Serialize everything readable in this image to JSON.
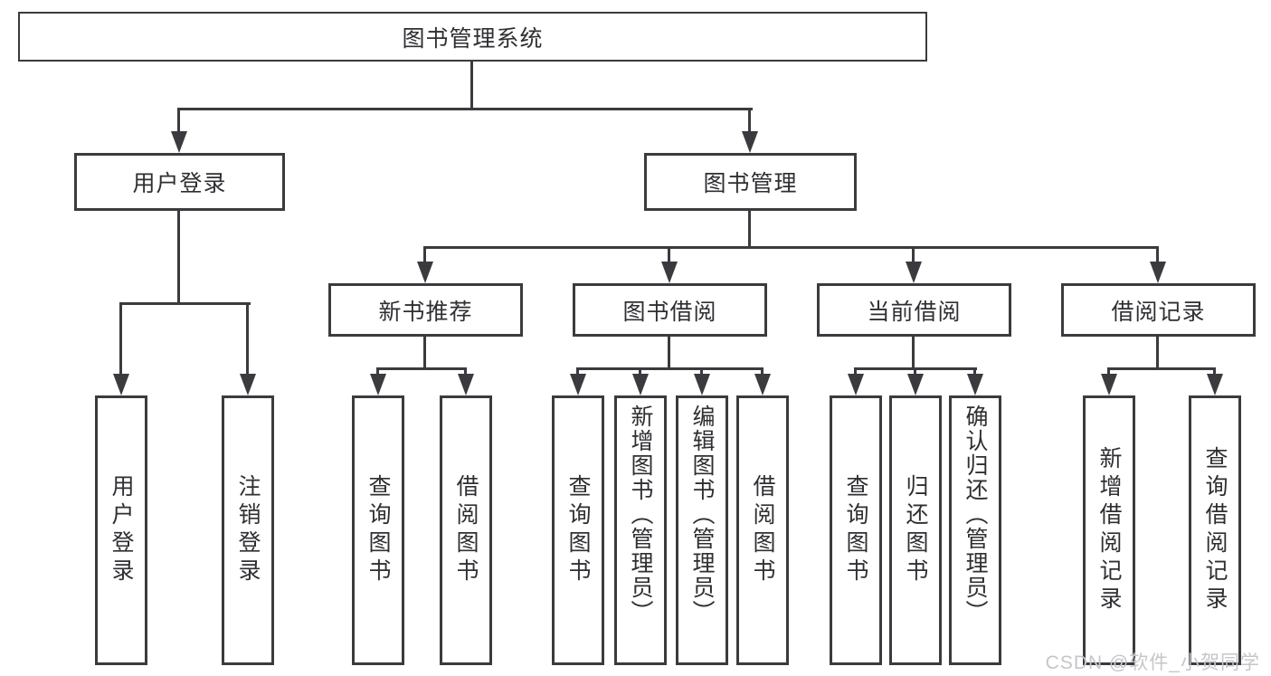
{
  "diagram_title": "图书管理系统",
  "colors": {
    "line": "#3b3b3f",
    "text": "#2f2f33",
    "background": "#ffffff",
    "watermark": "#c6c6ca"
  },
  "nodes": {
    "root": "图书管理系统",
    "user_login": "用户登录",
    "book_mgmt": "图书管理",
    "new_book_rec": "新书推荐",
    "book_borrow": "图书借阅",
    "current_borrow": "当前借阅",
    "borrow_record": "借阅记录",
    "ul_login": "用户登录",
    "ul_logout": "注销登录",
    "nbr_query": "查询图书",
    "nbr_borrow": "借阅图书",
    "bb_query": "查询图书",
    "bb_add": "新增图书（管理员）",
    "bb_edit": "编辑图书（管理员）",
    "bb_borrow": "借阅图书",
    "cb_query": "查询图书",
    "cb_return": "归还图书",
    "cb_confirm": "确认归还（管理员）",
    "br_add": "新增借阅记录",
    "br_query": "查询借阅记录"
  },
  "edges": [
    [
      "root",
      "user_login"
    ],
    [
      "root",
      "book_mgmt"
    ],
    [
      "user_login",
      "ul_login"
    ],
    [
      "user_login",
      "ul_logout"
    ],
    [
      "book_mgmt",
      "new_book_rec"
    ],
    [
      "book_mgmt",
      "book_borrow"
    ],
    [
      "book_mgmt",
      "current_borrow"
    ],
    [
      "book_mgmt",
      "borrow_record"
    ],
    [
      "new_book_rec",
      "nbr_query"
    ],
    [
      "new_book_rec",
      "nbr_borrow"
    ],
    [
      "book_borrow",
      "bb_query"
    ],
    [
      "book_borrow",
      "bb_add"
    ],
    [
      "book_borrow",
      "bb_edit"
    ],
    [
      "book_borrow",
      "bb_borrow"
    ],
    [
      "current_borrow",
      "cb_query"
    ],
    [
      "current_borrow",
      "cb_return"
    ],
    [
      "current_borrow",
      "cb_confirm"
    ],
    [
      "borrow_record",
      "br_add"
    ],
    [
      "borrow_record",
      "br_query"
    ]
  ],
  "watermark": {
    "text": "CSDN @软件_小贺同学"
  }
}
